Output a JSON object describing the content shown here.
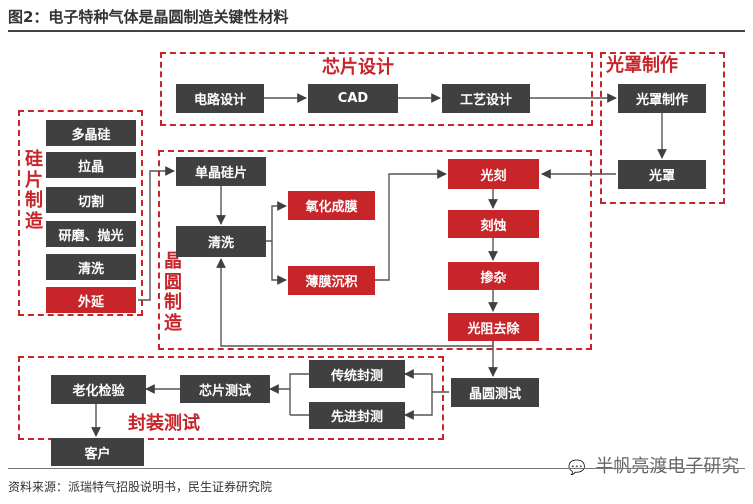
{
  "title": "图2：电子特种气体是晶圆制造关键性材料",
  "source": "资料来源：派瑞特气招股说明书，民生证券研究院",
  "watermark": "半帆亮渡电子研究",
  "regions": {
    "chip_design": "芯片设计",
    "mask_making": "光罩制作",
    "silicon_wafer": "硅片制造",
    "wafer_fab": "晶圆制造",
    "packaging": "封装测试"
  },
  "boxes": {
    "circuit_design": "电路设计",
    "cad": "CAD",
    "process_design": "工艺设计",
    "mask_making": "光罩制作",
    "mask": "光罩",
    "polysilicon": "多晶硅",
    "crystal_pulling": "拉晶",
    "cutting": "切割",
    "grinding_polishing": "研磨、抛光",
    "cleaning_si": "清洗",
    "epitaxy": "外延",
    "single_wafer": "单晶硅片",
    "cleaning_fab": "清洗",
    "oxidation": "氧化成膜",
    "thin_film": "薄膜沉积",
    "lithography": "光刻",
    "etching": "刻蚀",
    "doping": "掺杂",
    "resist_removal": "光阻去除",
    "wafer_test": "晶圆测试",
    "traditional_pkg": "传统封测",
    "advanced_pkg": "先进封测",
    "chip_test": "芯片测试",
    "aging_test": "老化检验",
    "customer": "客户"
  },
  "colors": {
    "accent": "#c8252b",
    "box_dark": "#404040"
  }
}
